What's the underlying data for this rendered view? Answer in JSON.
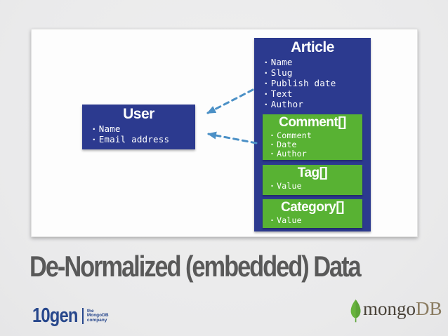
{
  "slide": {
    "title": "De-Normalized (embedded) Data"
  },
  "diagram": {
    "user": {
      "title": "User",
      "fields": [
        "Name",
        "Email address"
      ]
    },
    "article": {
      "title": "Article",
      "fields": [
        "Name",
        "Slug",
        "Publish date",
        "Text",
        "Author"
      ],
      "embedded": [
        {
          "title": "Comment[]",
          "fields": [
            "Comment",
            "Date",
            "Author"
          ]
        },
        {
          "title": "Tag[]",
          "fields": [
            "Value"
          ]
        },
        {
          "title": "Category[]",
          "fields": [
            "Value"
          ]
        }
      ]
    },
    "relations": [
      {
        "from": "Article",
        "to": "User",
        "style": "dashed-arrow"
      },
      {
        "from": "Comment[]",
        "to": "User",
        "style": "dashed-arrow"
      }
    ]
  },
  "footer": {
    "tengen_logo": {
      "name": "10gen",
      "tagline_lines": [
        "the",
        "MongoDB",
        "company"
      ]
    },
    "mongodb_logo": {
      "leaf_icon": "mongodb-leaf-icon",
      "mongo": "mongo",
      "db": "DB"
    }
  },
  "colors": {
    "background_gray": "#ebebeb",
    "card_white": "#fdfdfd",
    "entity_blue": "#2c3a8f",
    "embedded_green": "#58b233",
    "arrow_blue": "#4b90c6",
    "title_gray": "#595959",
    "tengen_blue": "#27478c",
    "mongo_text_dark": "#494238",
    "mongo_text_light": "#8a7b60",
    "leaf_green": "#68b33d"
  }
}
